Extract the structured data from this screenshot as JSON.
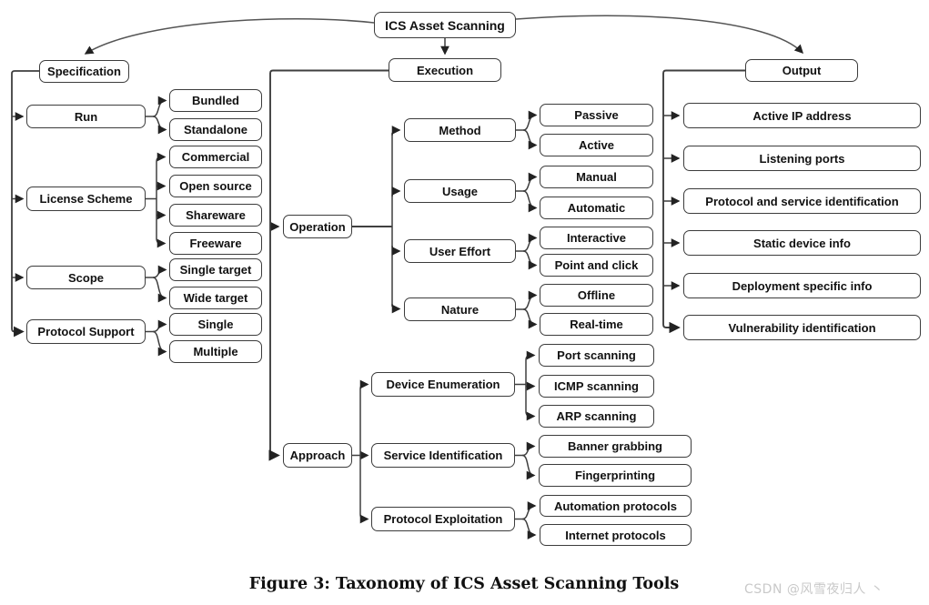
{
  "figure": {
    "caption": "Figure 3: Taxonomy of ICS Asset Scanning Tools",
    "watermark": "CSDN @风雪夜归人 丶"
  },
  "colors": {
    "background": "#ffffff",
    "box_border": "#3c3c3c",
    "connector": "#3f3f3f",
    "text": "#111111",
    "watermark": "#c9c9c9"
  },
  "taxonomy": {
    "root_label": "ICS Asset Scanning",
    "branches": [
      {
        "label": "Specification",
        "children": [
          {
            "label": "Run",
            "children": [
              {
                "label": "Bundled"
              },
              {
                "label": "Standalone"
              }
            ]
          },
          {
            "label": "License Scheme",
            "children": [
              {
                "label": "Commercial"
              },
              {
                "label": "Open source"
              },
              {
                "label": "Shareware"
              },
              {
                "label": "Freeware"
              }
            ]
          },
          {
            "label": "Scope",
            "children": [
              {
                "label": "Single target"
              },
              {
                "label": "Wide target"
              }
            ]
          },
          {
            "label": "Protocol Support",
            "children": [
              {
                "label": "Single"
              },
              {
                "label": "Multiple"
              }
            ]
          }
        ]
      },
      {
        "label": "Execution",
        "children": [
          {
            "label": "Operation",
            "children": [
              {
                "label": "Method",
                "children": [
                  {
                    "label": "Passive"
                  },
                  {
                    "label": "Active"
                  }
                ]
              },
              {
                "label": "Usage",
                "children": [
                  {
                    "label": "Manual"
                  },
                  {
                    "label": "Automatic"
                  }
                ]
              },
              {
                "label": "User Effort",
                "children": [
                  {
                    "label": "Interactive"
                  },
                  {
                    "label": "Point and click"
                  }
                ]
              },
              {
                "label": "Nature",
                "children": [
                  {
                    "label": "Offline"
                  },
                  {
                    "label": "Real-time"
                  }
                ]
              }
            ]
          },
          {
            "label": "Approach",
            "children": [
              {
                "label": "Device Enumeration",
                "children": [
                  {
                    "label": "Port scanning"
                  },
                  {
                    "label": "ICMP scanning"
                  },
                  {
                    "label": "ARP scanning"
                  }
                ]
              },
              {
                "label": "Service Identification",
                "children": [
                  {
                    "label": "Banner grabbing"
                  },
                  {
                    "label": "Fingerprinting"
                  }
                ]
              },
              {
                "label": "Protocol Exploitation",
                "children": [
                  {
                    "label": "Automation protocols"
                  },
                  {
                    "label": "Internet protocols"
                  }
                ]
              }
            ]
          }
        ]
      },
      {
        "label": "Output",
        "children": [
          {
            "label": "Active IP address"
          },
          {
            "label": "Listening ports"
          },
          {
            "label": "Protocol and service identification"
          },
          {
            "label": "Static device info"
          },
          {
            "label": "Deployment specific info"
          },
          {
            "label": "Vulnerability identification"
          }
        ]
      }
    ]
  }
}
